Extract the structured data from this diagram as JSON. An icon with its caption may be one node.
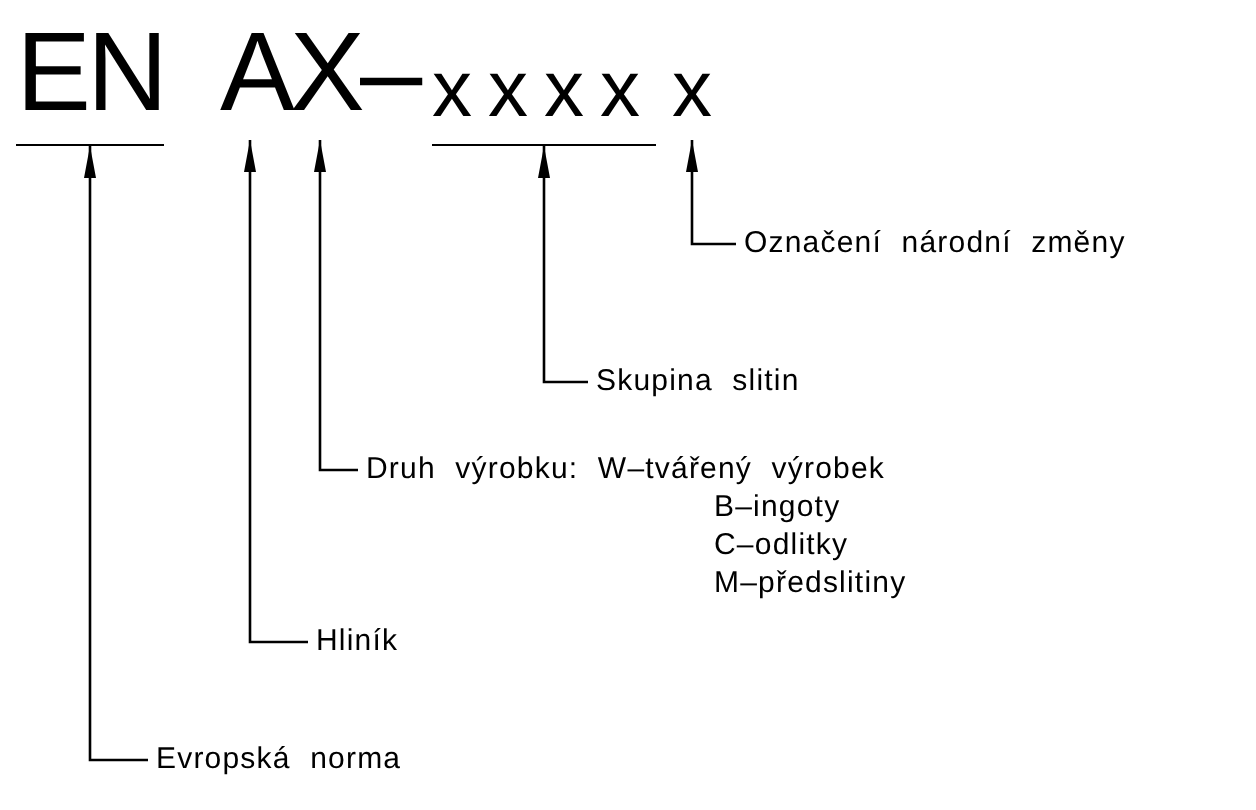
{
  "diagram": {
    "nodes": [
      {
        "text": [
          "EN"
        ]
      },
      {
        "text": [
          "A"
        ]
      },
      {
        "text": [
          "X"
        ]
      },
      {
        "text": [
          "xxxx"
        ]
      },
      {
        "text": [
          "x"
        ]
      },
      {
        "text": [
          "Označení národní změny"
        ]
      },
      {
        "text": [
          "Skupina slitin"
        ]
      },
      {
        "text": [
          "Druh výrobku: W–tvářený výrobek",
          "B–ingoty",
          "C–odlitky",
          "M–předslitiny"
        ]
      },
      {
        "text": [
          "Hliník"
        ]
      },
      {
        "text": [
          "Evropská norma"
        ]
      }
    ],
    "edges": [
      {
        "from": 5,
        "to": 4,
        "arrow": "to"
      },
      {
        "from": 6,
        "to": 3,
        "arrow": "to"
      },
      {
        "from": 7,
        "to": 2,
        "arrow": "to"
      },
      {
        "from": 8,
        "to": 1,
        "arrow": "to"
      },
      {
        "from": 9,
        "to": 0,
        "arrow": "to"
      }
    ],
    "labels": [
      "–"
    ]
  }
}
